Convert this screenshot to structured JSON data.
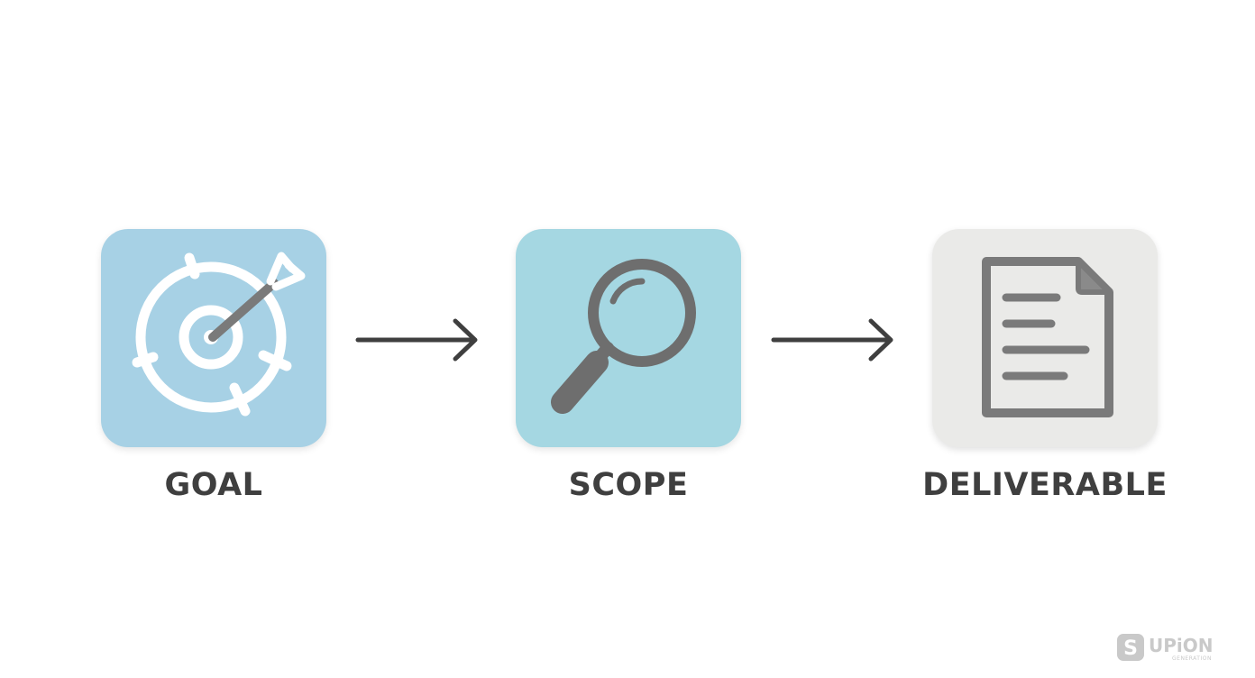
{
  "steps": [
    {
      "label": "GOAL",
      "icon": "target-arrow-icon",
      "tile_color": "#a7d1e5"
    },
    {
      "label": "SCOPE",
      "icon": "magnifying-glass-icon",
      "tile_color": "#a5d7e2"
    },
    {
      "label": "DELIVERABLE",
      "icon": "document-icon",
      "tile_color": "#eaeae8"
    }
  ],
  "colors": {
    "label_text": "#3f3f3f",
    "arrow": "#3f3f3f",
    "icon_gray": "#6e6e6e",
    "icon_white": "#ffffff"
  },
  "watermark": {
    "icon": "s-logo-icon",
    "brand": "UPiON",
    "tagline": "GENERATION"
  }
}
